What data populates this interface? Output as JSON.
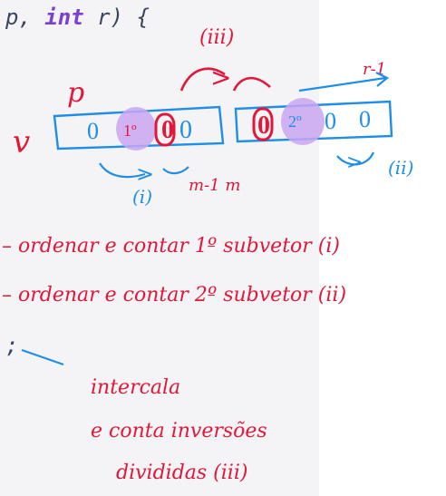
{
  "code": {
    "param_p": "p,",
    "keyword_int": "int",
    "param_r": "r) {",
    "trailing_semicolon": ";"
  },
  "annotations": {
    "step_iii_top": "(iii)",
    "p_label": "p",
    "r_label": "r-1",
    "v_label": "v",
    "greater_than": ">",
    "cells_left": [
      "0",
      "1º",
      "0",
      "0"
    ],
    "cells_right": [
      "0",
      "2º",
      "0",
      "0"
    ],
    "m_label": "m-1 m",
    "step_i": "(i)",
    "step_ii": "(ii)",
    "bullet_1": "– ordenar e contar 1º subvetor (i)",
    "bullet_2": "– ordenar e contar 2º subvetor (ii)",
    "interleave_1": "intercala",
    "interleave_2": "e conta inversões",
    "interleave_3": "divididas (iii)"
  },
  "colors": {
    "ink_blue": "#1f8ee6",
    "ink_red": "#e0183a",
    "ink_purple_fill": "#c9a6f2",
    "code_bg": "#f4f4f6",
    "code_text": "#3c4460",
    "code_keyword": "#7b3fd4"
  }
}
